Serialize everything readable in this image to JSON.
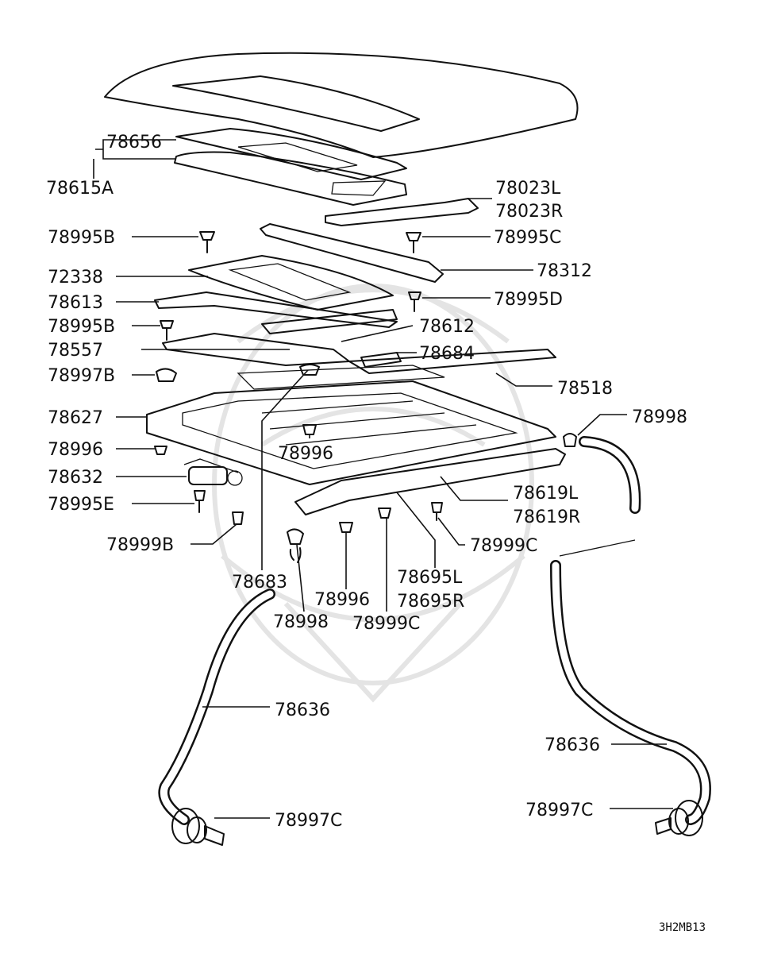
{
  "labels": {
    "l78656": "78656",
    "l78615A": "78615A",
    "l78023L": "78023L",
    "l78023R": "78023R",
    "l78995B_top": "78995B",
    "l78995C": "78995C",
    "l72338": "72338",
    "l78312": "78312",
    "l78613": "78613",
    "l78995D": "78995D",
    "l78995B_mid": "78995B",
    "l78612": "78612",
    "l78557": "78557",
    "l78684": "78684",
    "l78997B": "78997B",
    "l78518": "78518",
    "l78627": "78627",
    "l78998_right": "78998",
    "l78996_left": "78996",
    "l78996_center": "78996",
    "l78632": "78632",
    "l78619L": "78619L",
    "l78619R": "78619R",
    "l78995E": "78995E",
    "l78999B": "78999B",
    "l78999C_right": "78999C",
    "l78683": "78683",
    "l78695L": "78695L",
    "l78695R": "78695R",
    "l78998_bottom": "78998",
    "l78996_bottom": "78996",
    "l78999C_bottom": "78999C",
    "l78636_left": "78636",
    "l78636_right": "78636",
    "l78997C_left": "78997C",
    "l78997C_right": "78997C"
  },
  "diagram_code": "3H2MB13"
}
